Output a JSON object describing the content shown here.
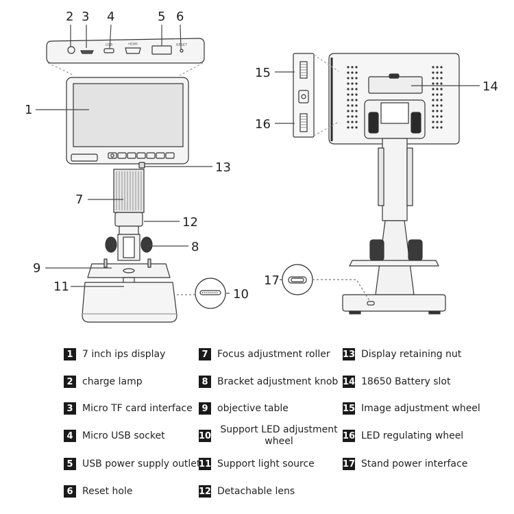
{
  "callouts": [
    "1",
    "2",
    "3",
    "4",
    "5",
    "6",
    "7",
    "8",
    "9",
    "10",
    "11",
    "12",
    "13",
    "14",
    "15",
    "16",
    "17"
  ],
  "legend": [
    {
      "num": "1",
      "label": "7 inch ips display"
    },
    {
      "num": "2",
      "label": "charge lamp"
    },
    {
      "num": "3",
      "label": "Micro TF card interface"
    },
    {
      "num": "4",
      "label": "Micro USB socket"
    },
    {
      "num": "5",
      "label": "USB power supply outlet"
    },
    {
      "num": "6",
      "label": "Reset hole"
    },
    {
      "num": "7",
      "label": "Focus adjustment roller"
    },
    {
      "num": "8",
      "label": "Bracket adjustment knob"
    },
    {
      "num": "9",
      "label": "objective table"
    },
    {
      "num": "10",
      "label": "Support LED adjustment wheel"
    },
    {
      "num": "11",
      "label": "Support light source"
    },
    {
      "num": "12",
      "label": "Detachable lens"
    },
    {
      "num": "13",
      "label": "Display retaining nut"
    },
    {
      "num": "14",
      "label": "18650 Battery slot"
    },
    {
      "num": "15",
      "label": "Image adjustment wheel"
    },
    {
      "num": "16",
      "label": "LED regulating wheel"
    },
    {
      "num": "17",
      "label": "Stand power interface"
    }
  ],
  "port_labels": {
    "usb": "USB",
    "hdmi": "HDMI",
    "reset": "RESET"
  },
  "colors": {
    "line": "#333333",
    "device_fill": "#f2f2f2",
    "screen_fill": "#e3e3e3",
    "dark": "#2a2a2a",
    "badge": "#1a1a1a"
  }
}
